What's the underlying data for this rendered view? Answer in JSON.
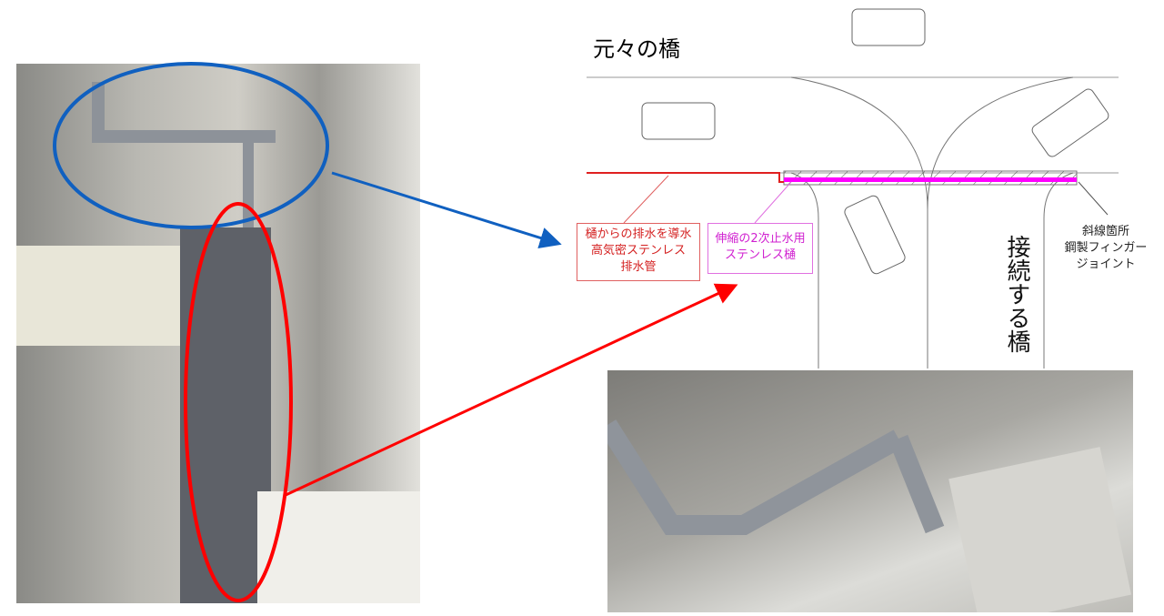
{
  "diagram": {
    "title": "元々の橋",
    "connecting_bridge": "接続する橋",
    "labels": {
      "drain_pipe": [
        "樋からの排水を導水",
        "高気密ステンレス",
        "排水管"
      ],
      "gutter": [
        "伸縮の2次止水用",
        "ステンレス樋"
      ],
      "joint": [
        "斜線箇所",
        "鋼製フィンガー",
        "ジョイント"
      ]
    },
    "colors": {
      "drain_pipe": "#e02020",
      "gutter": "#ff00ff",
      "blue_callout": "#1060c0",
      "red_callout": "#ff0000"
    }
  }
}
